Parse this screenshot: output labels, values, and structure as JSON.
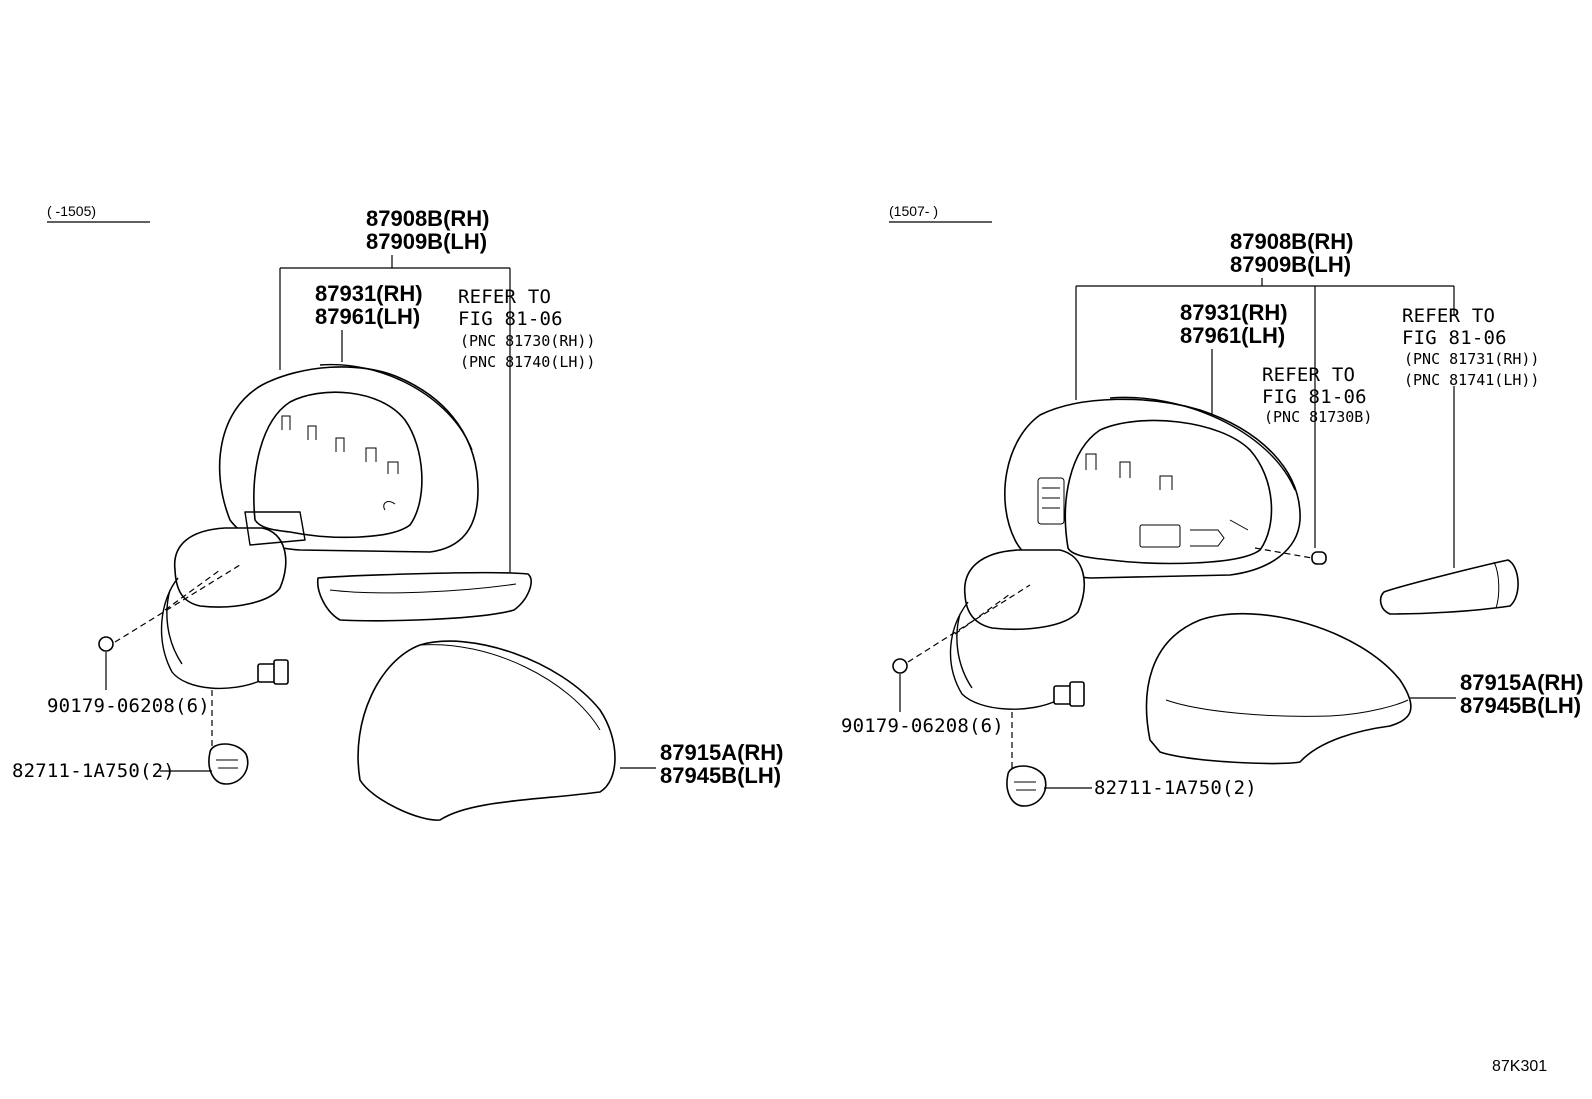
{
  "left": {
    "range": "(      -1505)",
    "assembly_rh": "87908B(RH)",
    "assembly_lh": "87909B(LH)",
    "glass_rh": "87931(RH)",
    "glass_lh": "87961(LH)",
    "refer_line1": "REFER TO",
    "refer_line2": "FIG 81-06",
    "refer_pnc1": "(PNC 81730(RH))",
    "refer_pnc2": "(PNC 81740(LH))",
    "screw": "90179-06208(6)",
    "clip": "82711-1A750(2)",
    "cover_rh": "87915A(RH)",
    "cover_lh": "87945B(LH)"
  },
  "right": {
    "range": "(1507-      )",
    "assembly_rh": "87908B(RH)",
    "assembly_lh": "87909B(LH)",
    "glass_rh": "87931(RH)",
    "glass_lh": "87961(LH)",
    "refer_a_line1": "REFER TO",
    "refer_a_line2": "FIG 81-06",
    "refer_a_pnc": "(PNC 81730B)",
    "refer_b_line1": "REFER TO",
    "refer_b_line2": "FIG 81-06",
    "refer_b_pnc1": "(PNC 81731(RH))",
    "refer_b_pnc2": "(PNC 81741(LH))",
    "screw": "90179-06208(6)",
    "clip": "82711-1A750(2)",
    "cover_rh": "87915A(RH)",
    "cover_lh": "87945B(LH)"
  },
  "figure_id": "87K301"
}
